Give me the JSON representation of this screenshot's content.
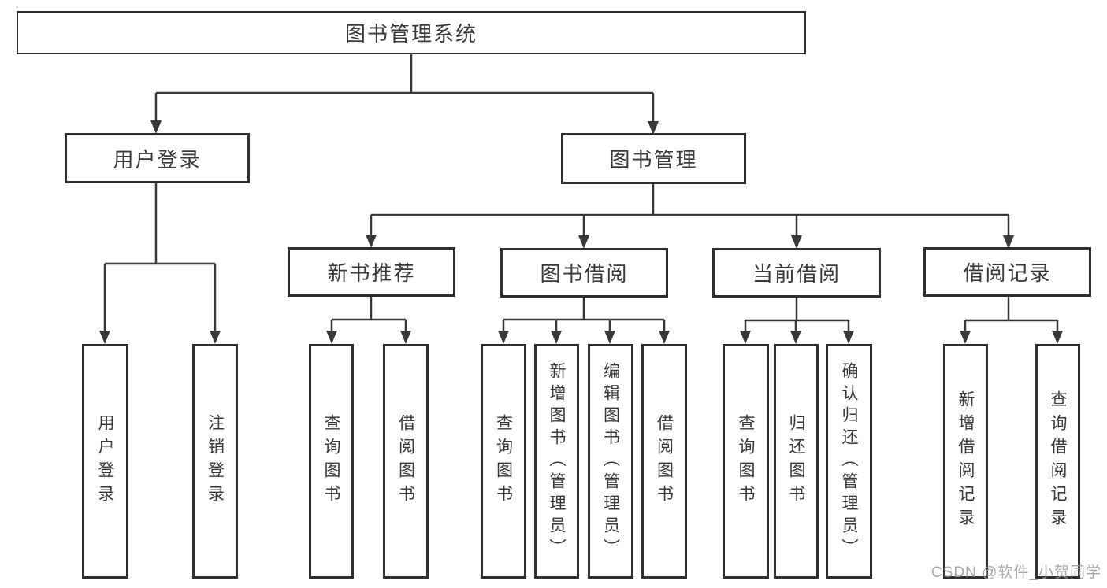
{
  "diagram_title": "图书管理系统",
  "tree": {
    "label": "图书管理系统",
    "children": [
      {
        "label": "用户登录",
        "children": [
          {
            "label": "用户登录"
          },
          {
            "label": "注销登录"
          }
        ]
      },
      {
        "label": "图书管理",
        "children": [
          {
            "label": "新书推荐",
            "children": [
              {
                "label": "查询图书"
              },
              {
                "label": "借阅图书"
              }
            ]
          },
          {
            "label": "图书借阅",
            "children": [
              {
                "label": "查询图书"
              },
              {
                "label": "新增图书（管理员）"
              },
              {
                "label": "编辑图书（管理员）"
              },
              {
                "label": "借阅图书"
              }
            ]
          },
          {
            "label": "当前借阅",
            "children": [
              {
                "label": "查询图书"
              },
              {
                "label": "归还图书"
              },
              {
                "label": "确认归还（管理员）"
              }
            ]
          },
          {
            "label": "借阅记录",
            "children": [
              {
                "label": "新增借阅记录"
              },
              {
                "label": "查询借阅记录"
              }
            ]
          }
        ]
      }
    ]
  },
  "watermark": {
    "text": "CSDN @软件_小贺同学"
  },
  "colors": {
    "box_border": "#2f2f2f",
    "connector_line": "#383838",
    "node_text": "#383838",
    "watermark_text": "#9b9b9b",
    "background": "#ffffff"
  }
}
